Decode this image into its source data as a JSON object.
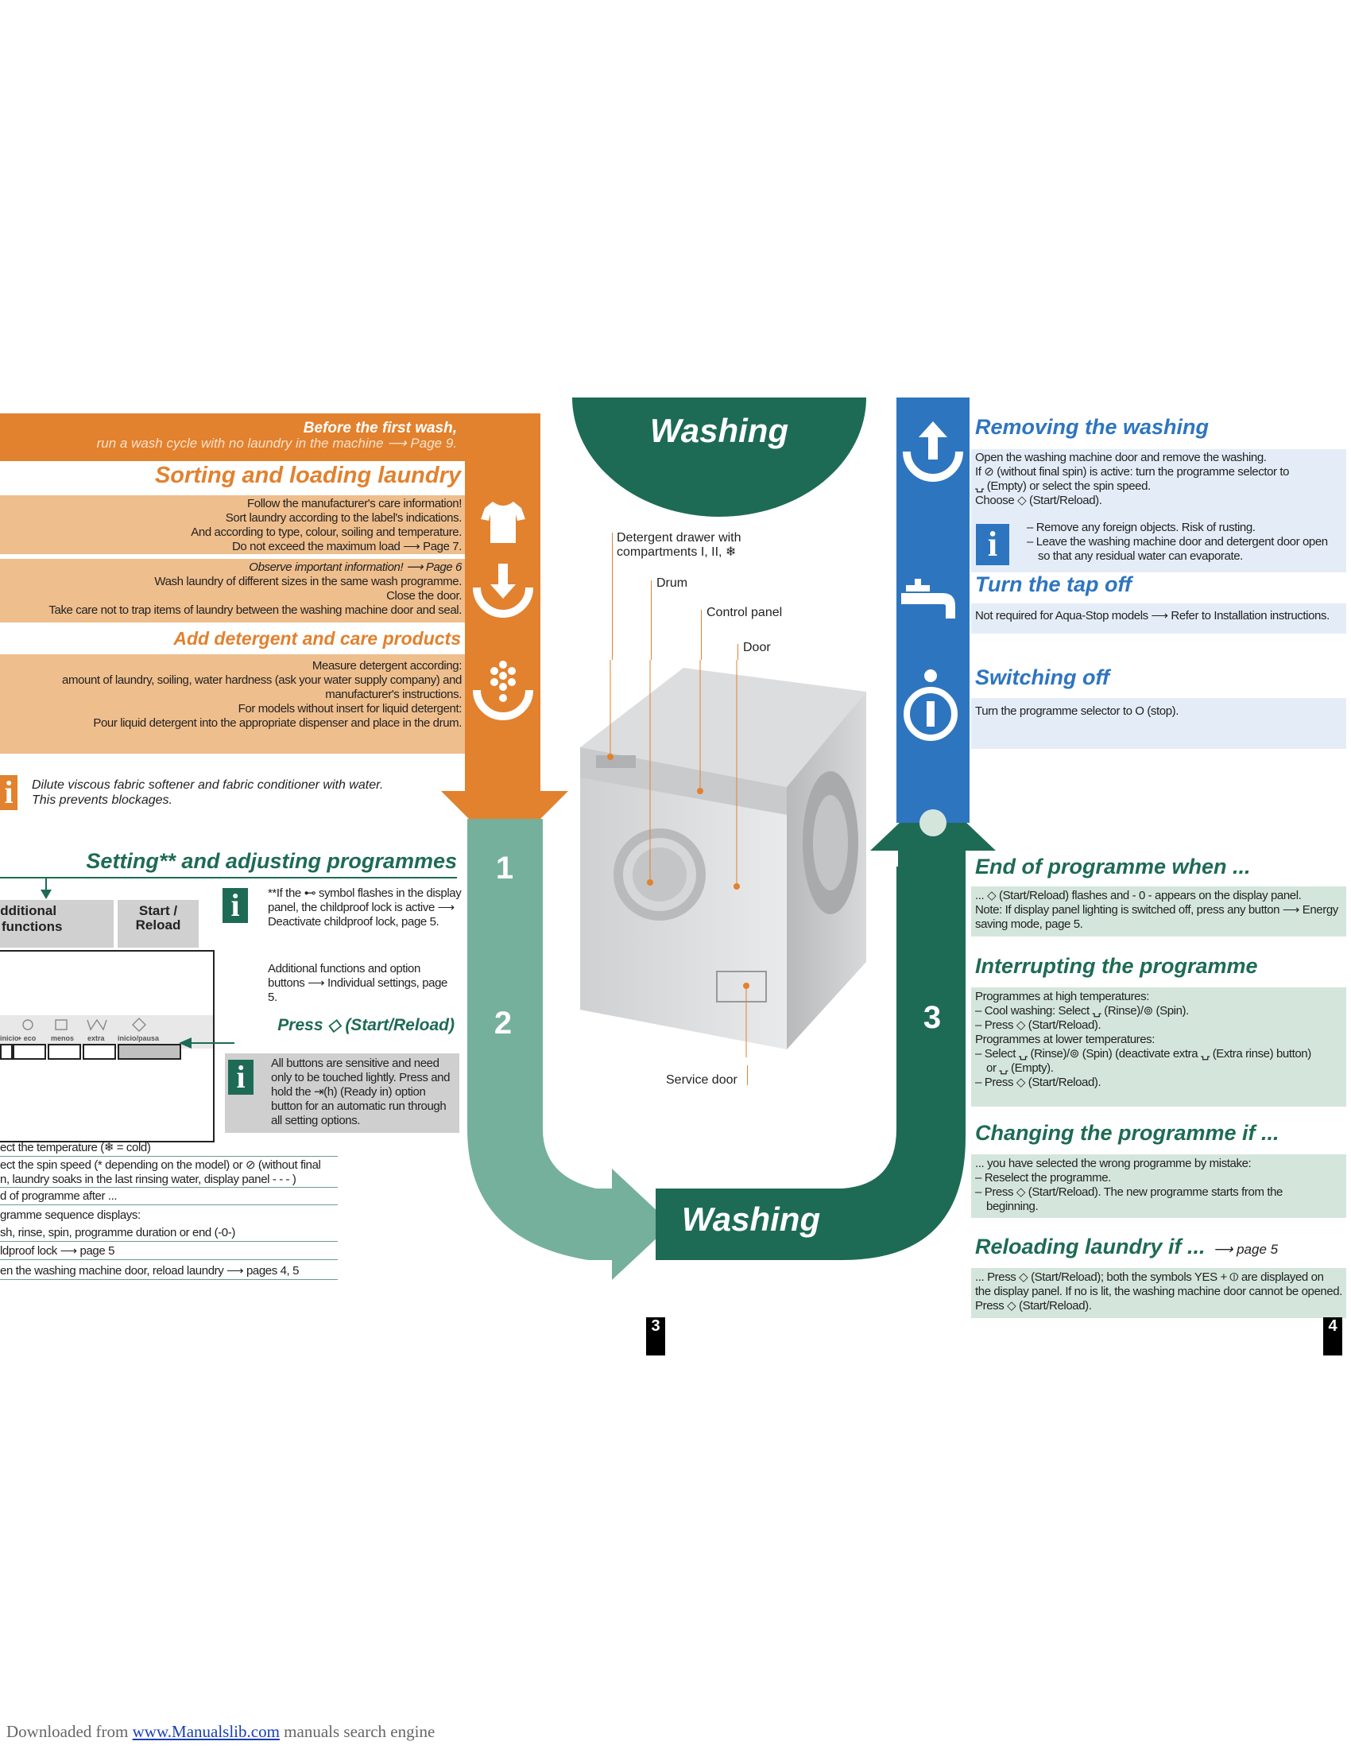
{
  "left": {
    "first_wash_title": "Before the first wash,",
    "first_wash_text": "run a wash cycle with no laundry in the machine ⟶ Page 9.",
    "sorting_title": "Sorting and loading laundry",
    "sorting_block1": [
      "Follow the manufacturer's care information!",
      "Sort laundry according to the label's indications.",
      "And according to type, colour, soiling and temperature.",
      "Do not exceed the maximum load ⟶ Page 7."
    ],
    "sorting_block2": [
      "Observe important information! ⟶ Page 6",
      "Wash laundry of different sizes in the same wash programme.",
      "Close the door.",
      "Take care not to trap items of laundry between the washing machine door and seal."
    ],
    "detergent_title": "Add detergent and care products",
    "detergent_block": [
      "Measure detergent according:",
      "amount of laundry, soiling, water hardness (ask your water supply company) and",
      "manufacturer's instructions.",
      "For models without insert for liquid detergent:",
      "Pour liquid detergent into the appropriate dispenser and place in the drum."
    ],
    "dilute_text": [
      "Dilute viscous fabric softener and fabric conditioner with water.",
      "This prevents blockages."
    ],
    "setting_title": "Setting** and adjusting programmes",
    "col_additional": "Additional functions",
    "col_start": "Start / Reload",
    "panel_buttons": [
      "inicio",
      "+ eco",
      "menos",
      "extra",
      "inicio/pausa"
    ],
    "childlock_note": "**If the ⊷ symbol flashes in the display panel, the childproof lock is active ⟶ Deactivate childproof lock, page 5.",
    "additional_note": "Additional functions and option buttons ⟶ Individual settings, page 5.",
    "press_start": "Press ◇ (Start/Reload)",
    "sensitive_note": "All buttons are sensitive and need only to be touched lightly. Press and hold the ⇥(h) (Ready in) option button for an automatic run through all setting options.",
    "bottom_lines": [
      "ect the temperature (❄ = cold)",
      "ect the spin speed (* depending on the model) or ⊘ (without final",
      "n, laundry soaks in the last rinsing water, display panel - - - )",
      "d of programme after ...",
      "gramme sequence displays:",
      "sh, rinse, spin, programme duration or end (-0-)",
      "ldproof lock ⟶ page 5",
      "en the washing machine door, reload laundry ⟶ pages 4, 5"
    ]
  },
  "center": {
    "washing_top": "Washing",
    "washing_bottom": "Washing",
    "step1": "1",
    "step2": "2",
    "step3": "3",
    "labels": {
      "drawer": "Detergent drawer with compartments I, II, ❄",
      "drum": "Drum",
      "control_panel": "Control panel",
      "door": "Door",
      "service_door": "Service door"
    }
  },
  "right": {
    "removing_title": "Removing the washing",
    "removing_text": [
      "Open the washing machine door and remove the washing.",
      "If ⊘ (without final spin) is active: turn the programme selector to",
      "⍽ (Empty) or select the spin speed.",
      "Choose ◇ (Start/Reload)."
    ],
    "removing_info": [
      "–  Remove any foreign objects. Risk of rusting.",
      "–  Leave the washing machine door and detergent door open",
      "   so that any residual water can evaporate."
    ],
    "tap_title": "Turn the tap off",
    "tap_text": "Not required for Aqua-Stop models ⟶ Refer to Installation instructions.",
    "switch_title": "Switching off",
    "switch_text": "Turn the programme selector to O (stop).",
    "end_title": "End of programme when ...",
    "end_text": [
      "... ◇ (Start/Reload) flashes and - 0 - appears on the display panel.",
      "Note: If display panel lighting is switched off, press any button ⟶ Energy",
      "saving mode, page 5."
    ],
    "interrupt_title": "Interrupting the programme",
    "interrupt_text": [
      "Programmes at high temperatures:",
      "–  Cool washing: Select ⍽ (Rinse)/⊚ (Spin).",
      "–  Press ◇ (Start/Reload).",
      "Programmes at lower temperatures:",
      "–  Select ⍽ (Rinse)/⊚ (Spin) (deactivate extra ⍽ (Extra rinse) button)",
      "   or ⍽ (Empty).",
      "–  Press ◇ (Start/Reload)."
    ],
    "changing_title": "Changing the programme if ...",
    "changing_text": [
      "... you have selected the wrong programme by mistake:",
      "–  Reselect the programme.",
      "–  Press ◇ (Start/Reload). The new programme starts from the",
      "   beginning."
    ],
    "reload_title": "Reloading laundry if ...",
    "reload_ref": "⟶ page 5",
    "reload_text": [
      "... Press ◇ (Start/Reload); both the symbols YES + ⦶ are displayed on",
      "the display panel. If no is lit, the washing machine door cannot be opened.",
      "Press ◇ (Start/Reload)."
    ]
  },
  "page_left": "3",
  "page_right": "4",
  "footer": {
    "prefix": "Downloaded from ",
    "link": "www.Manualslib.com",
    "suffix": " manuals search engine"
  },
  "colors": {
    "orange": "#e2812e",
    "orange_light": "#efbe8d",
    "green_dark": "#1e6b55",
    "green_mid": "#75b09d",
    "blue": "#2e75c0"
  }
}
